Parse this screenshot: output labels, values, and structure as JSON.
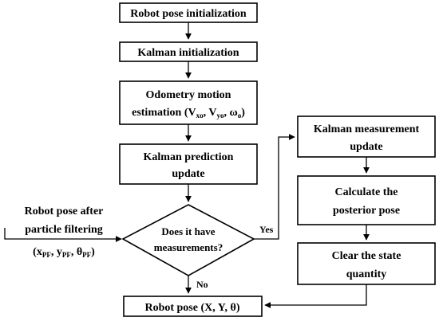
{
  "flowchart": {
    "nodes": {
      "init_pose": {
        "lines": [
          "Robot pose initialization"
        ]
      },
      "kalman_init": {
        "lines": [
          "Kalman initialization"
        ]
      },
      "odometry": {
        "lines": [
          "Odometry motion",
          "estimation (Vxo, Vyo, ωo)"
        ]
      },
      "prediction": {
        "lines": [
          "Kalman prediction",
          "update"
        ]
      },
      "decision": {
        "lines": [
          "Does it have",
          "measurements?"
        ]
      },
      "measurement": {
        "lines": [
          "Kalman measurement",
          "update"
        ]
      },
      "posterior": {
        "lines": [
          "Calculate the",
          "posterior pose"
        ]
      },
      "clear": {
        "lines": [
          "Clear the state",
          "quantity"
        ]
      },
      "output": {
        "lines": [
          "Robot pose (X, Y, θ)"
        ]
      }
    },
    "external_input": {
      "lines": [
        "Robot pose after",
        "particle filtering"
      ],
      "formula": "(xPF, yPF, θPF)"
    },
    "edge_labels": {
      "yes": "Yes",
      "no": "No"
    }
  }
}
